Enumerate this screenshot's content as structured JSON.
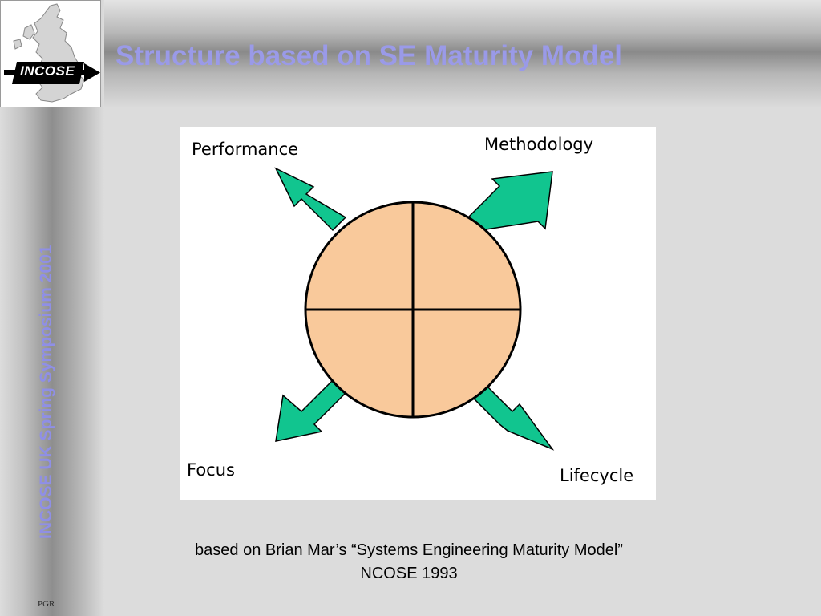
{
  "slide": {
    "title": "Structure based on SE Maturity Model",
    "side_title": "INCOSE UK Spring Symposium 2001",
    "footer_tag": "PGR"
  },
  "logo": {
    "text": "INCOSE",
    "icon": "uk-map-arrow-icon"
  },
  "diagram": {
    "labels": {
      "top_left": "Performance",
      "top_right": "Methodology",
      "bottom_left": "Focus",
      "bottom_right": "Lifecycle"
    },
    "colors": {
      "circle_fill": "#f9c99b",
      "arrow_fill": "#11c58f",
      "outline": "#000000"
    }
  },
  "caption": {
    "line1": "based on Brian Mar’s “Systems Engineering Maturity Model”",
    "line2": "NCOSE 1993"
  }
}
